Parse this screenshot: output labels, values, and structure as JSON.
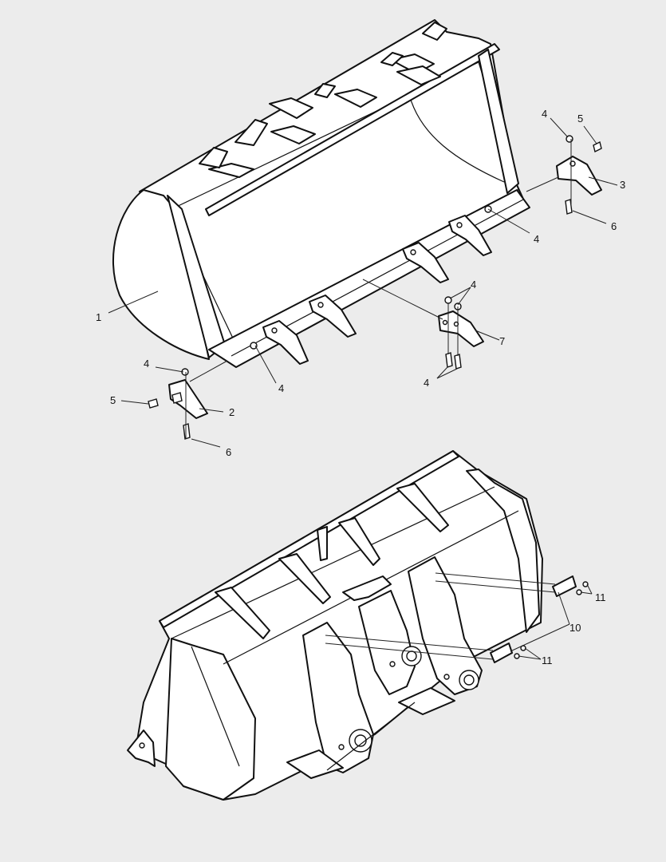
{
  "callouts": {
    "c1": "1",
    "c2": "2",
    "c3": "3",
    "c4a": "4",
    "c4b": "4",
    "c4c": "4",
    "c4d": "4",
    "c4e": "4",
    "c4f": "4",
    "c5a": "5",
    "c5b": "5",
    "c6a": "6",
    "c6b": "6",
    "c7": "7",
    "c10": "10",
    "c11a": "11",
    "c11b": "11"
  }
}
